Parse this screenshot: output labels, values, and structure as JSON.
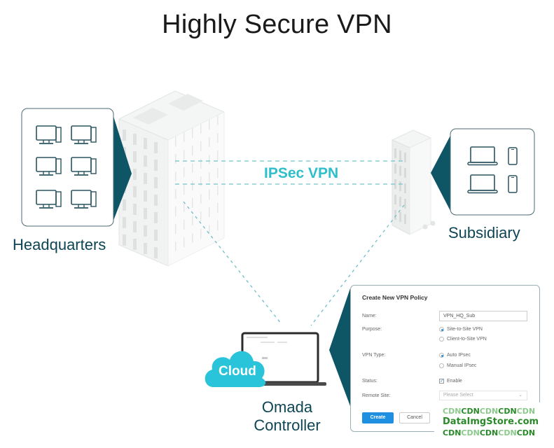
{
  "title": "Highly Secure VPN",
  "nodes": {
    "headquarters": {
      "label": "Headquarters",
      "device_icons": [
        "desktop-icon",
        "desktop-icon",
        "desktop-icon",
        "desktop-icon",
        "desktop-icon",
        "desktop-icon"
      ]
    },
    "subsidiary": {
      "label": "Subsidiary",
      "device_icons": [
        "laptop-icon",
        "phone-icon",
        "laptop-icon",
        "phone-icon"
      ]
    },
    "controller": {
      "label_line1": "Omada",
      "label_line2": "Controller",
      "cloud_label": "Cloud"
    }
  },
  "link": {
    "label": "IPSec VPN"
  },
  "colors": {
    "teal_dark": "#0e5566",
    "accent_cyan": "#2fbfcb",
    "cloud": "#29c3da",
    "button_blue": "#1e8fe1"
  },
  "dialog": {
    "title": "Create New VPN Policy",
    "fields": {
      "name": {
        "label": "Name:",
        "value": "VPN_HQ_Sub"
      },
      "purpose": {
        "label": "Purpose:",
        "options": [
          "Site-to-Site VPN",
          "Client-to-Site VPN"
        ],
        "selected": "Site-to-Site VPN"
      },
      "vpn_type": {
        "label": "VPN Type:",
        "options": [
          "Auto IPsec",
          "Manual IPsec"
        ],
        "selected": "Auto IPsec"
      },
      "status": {
        "label": "Status:",
        "checkbox_label": "Enable",
        "checked": true
      },
      "remote_site": {
        "label": "Remote Site:",
        "placeholder": "Please Select"
      }
    },
    "buttons": {
      "create": "Create",
      "cancel": "Cancel"
    }
  },
  "watermark": {
    "line1": [
      "CDN",
      "CDN",
      "CDN",
      "CDN",
      "CDN"
    ],
    "line2": "DataImgStore.com",
    "line3": [
      "CDN",
      "CDN",
      "CDN",
      "CDN",
      "CDN"
    ]
  }
}
